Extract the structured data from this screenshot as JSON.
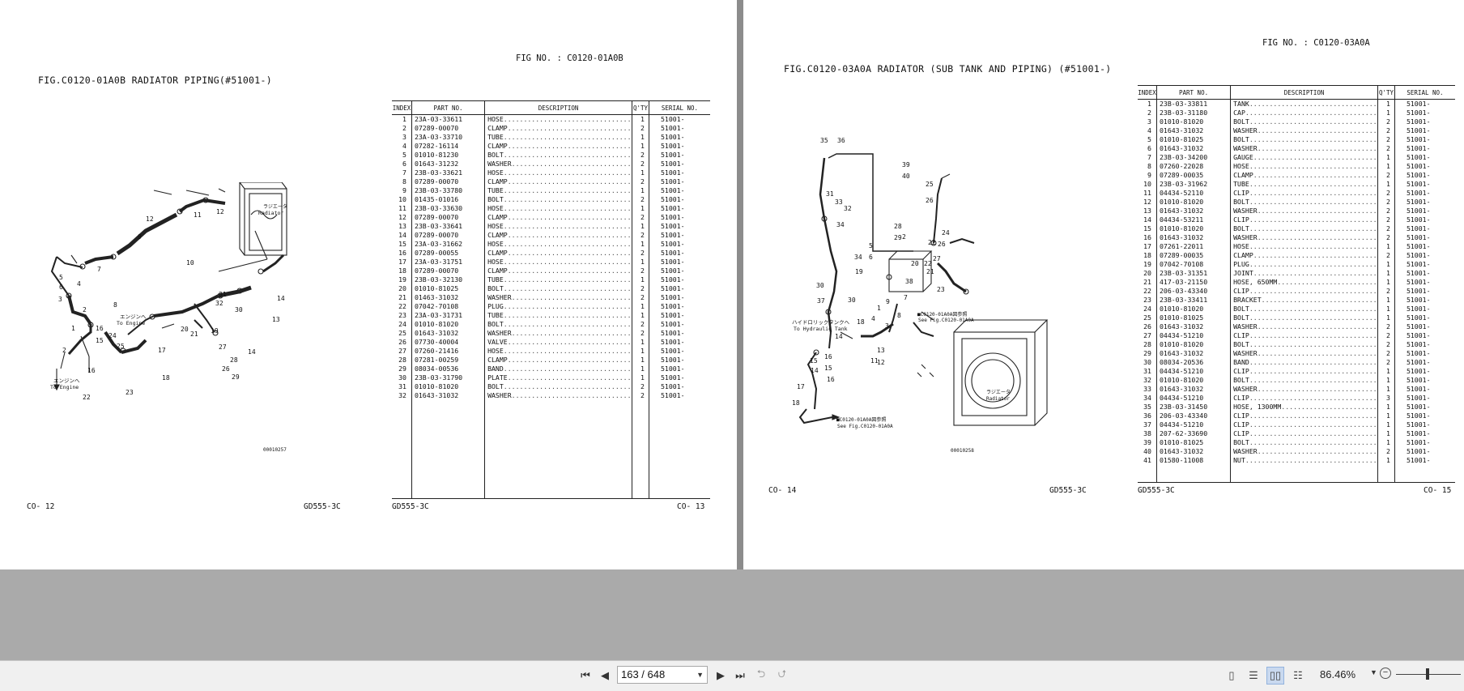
{
  "left_page": {
    "fig_title": "FIG.C0120-01A0B  RADIATOR PIPING(#51001-)",
    "fig_no": "FIG NO. : C0120-01A0B",
    "footer_left": "CO- 12",
    "footer_mid": "GD555-3C",
    "footer_table": "GD555-3C",
    "footer_right": "CO- 13",
    "drawing_no": "00010257",
    "labels": {
      "to_engine_jp_1": "エンジンへ",
      "to_engine_1": "To Engine",
      "to_engine_jp_2": "エンジンへ",
      "to_engine_2": "To Engine",
      "radiator_jp": "ラジエータ",
      "radiator": "Radiator"
    },
    "table": {
      "headers": [
        "INDEX",
        "PART NO.",
        "DESCRIPTION",
        "Q'TY",
        "SERIAL NO."
      ],
      "rows": [
        [
          "1",
          "23A-03-33611",
          "HOSE",
          "1",
          "51001-"
        ],
        [
          "2",
          "07289-00070",
          "CLAMP",
          "2",
          "51001-"
        ],
        [
          "3",
          "23A-03-33710",
          "TUBE",
          "1",
          "51001-"
        ],
        [
          "4",
          "07282-16114",
          "CLAMP",
          "1",
          "51001-"
        ],
        [
          "5",
          "01010-81230",
          "BOLT",
          "2",
          "51001-"
        ],
        [
          "6",
          "01643-31232",
          "WASHER",
          "2",
          "51001-"
        ],
        [
          "7",
          "23B-03-33621",
          "HOSE",
          "1",
          "51001-"
        ],
        [
          "8",
          "07289-00070",
          "CLAMP",
          "2",
          "51001-"
        ],
        [
          "9",
          "23B-03-33780",
          "TUBE",
          "1",
          "51001-"
        ],
        [
          "10",
          "01435-01016",
          "BOLT",
          "2",
          "51001-"
        ],
        [
          "11",
          "23B-03-33630",
          "HOSE",
          "1",
          "51001-"
        ],
        [
          "12",
          "07289-00070",
          "CLAMP",
          "2",
          "51001-"
        ],
        [
          "13",
          "23B-03-33641",
          "HOSE",
          "1",
          "51001-"
        ],
        [
          "14",
          "07289-00070",
          "CLAMP",
          "2",
          "51001-"
        ],
        [
          "15",
          "23A-03-31662",
          "HOSE",
          "1",
          "51001-"
        ],
        [
          "16",
          "07289-00055",
          "CLAMP",
          "2",
          "51001-"
        ],
        [
          "17",
          "23A-03-31751",
          "HOSE",
          "1",
          "51001-"
        ],
        [
          "18",
          "07289-00070",
          "CLAMP",
          "2",
          "51001-"
        ],
        [
          "19",
          "23B-03-32130",
          "TUBE",
          "1",
          "51001-"
        ],
        [
          "20",
          "01010-81025",
          "BOLT",
          "2",
          "51001-"
        ],
        [
          "21",
          "01463-31032",
          "WASHER",
          "2",
          "51001-"
        ],
        [
          "22",
          "07042-70108",
          "PLUG",
          "1",
          "51001-"
        ],
        [
          "23",
          "23A-03-31731",
          "TUBE",
          "1",
          "51001-"
        ],
        [
          "24",
          "01010-81020",
          "BOLT",
          "2",
          "51001-"
        ],
        [
          "25",
          "01643-31032",
          "WASHER",
          "2",
          "51001-"
        ],
        [
          "26",
          "07730-40004",
          "VALVE",
          "1",
          "51001-"
        ],
        [
          "27",
          "07260-21416",
          "HOSE",
          "1",
          "51001-"
        ],
        [
          "28",
          "07281-00259",
          "CLAMP",
          "1",
          "51001-"
        ],
        [
          "29",
          "08034-00536",
          "BAND",
          "1",
          "51001-"
        ],
        [
          "30",
          "23B-03-31790",
          "PLATE",
          "1",
          "51001-"
        ],
        [
          "31",
          "01010-81020",
          "BOLT",
          "2",
          "51001-"
        ],
        [
          "32",
          "01643-31032",
          "WASHER",
          "2",
          "51001-"
        ]
      ]
    }
  },
  "right_page": {
    "fig_title": "FIG.C0120-03A0A  RADIATOR (SUB TANK AND PIPING) (#51001-)",
    "fig_no": "FIG NO. : C0120-03A0A",
    "footer_left": "CO- 14",
    "footer_mid": "GD555-3C",
    "footer_table": "GD555-3C",
    "footer_right": "CO- 15",
    "drawing_no": "00010258",
    "labels": {
      "hydraulic_tank_jp": "ハイドロリックタンクへ",
      "hydraulic_tank": "To Hydraulic Tank",
      "ref_top_jp": "■C0120-01A0A図参照",
      "ref_top": "See Fig.C0120-01A0A",
      "ref_bottom_jp": "■C0120-01A0A図参照",
      "ref_bottom": "See Fig.C0120-01A0A",
      "radiator_jp": "ラジエータ",
      "radiator": "Radiator"
    },
    "table": {
      "headers": [
        "INDEX",
        "PART NO.",
        "DESCRIPTION",
        "Q'TY",
        "SERIAL NO."
      ],
      "rows": [
        [
          "1",
          "23B-03-33811",
          "TANK",
          "1",
          "51001-"
        ],
        [
          "2",
          "23B-03-31180",
          "CAP",
          "1",
          "51001-"
        ],
        [
          "3",
          "01010-81020",
          "BOLT",
          "2",
          "51001-"
        ],
        [
          "4",
          "01643-31032",
          "WASHER",
          "2",
          "51001-"
        ],
        [
          "5",
          "01010-81025",
          "BOLT",
          "2",
          "51001-"
        ],
        [
          "6",
          "01643-31032",
          "WASHER",
          "2",
          "51001-"
        ],
        [
          "7",
          "23B-03-34200",
          "GAUGE",
          "1",
          "51001-"
        ],
        [
          "8",
          "07260-22028",
          "HOSE",
          "1",
          "51001-"
        ],
        [
          "9",
          "07289-00035",
          "CLAMP",
          "2",
          "51001-"
        ],
        [
          "10",
          "23B-03-31962",
          "TUBE",
          "1",
          "51001-"
        ],
        [
          "11",
          "04434-52110",
          "CLIP",
          "2",
          "51001-"
        ],
        [
          "12",
          "01010-81020",
          "BOLT",
          "2",
          "51001-"
        ],
        [
          "13",
          "01643-31032",
          "WASHER",
          "2",
          "51001-"
        ],
        [
          "14",
          "04434-53211",
          "CLIP",
          "2",
          "51001-"
        ],
        [
          "15",
          "01010-81020",
          "BOLT",
          "2",
          "51001-"
        ],
        [
          "16",
          "01643-31032",
          "WASHER",
          "2",
          "51001-"
        ],
        [
          "17",
          "07261-22011",
          "HOSE",
          "1",
          "51001-"
        ],
        [
          "18",
          "07289-00035",
          "CLAMP",
          "2",
          "51001-"
        ],
        [
          "19",
          "07042-70108",
          "PLUG",
          "1",
          "51001-"
        ],
        [
          "20",
          "23B-03-31351",
          "JOINT",
          "1",
          "51001-"
        ],
        [
          "21",
          "417-03-21150",
          "HOSE, 650MM",
          "1",
          "51001-"
        ],
        [
          "22",
          "206-03-43340",
          "CLIP",
          "2",
          "51001-"
        ],
        [
          "23",
          "23B-03-33411",
          "BRACKET",
          "1",
          "51001-"
        ],
        [
          "24",
          "01010-81020",
          "BOLT",
          "1",
          "51001-"
        ],
        [
          "25",
          "01010-81025",
          "BOLT",
          "1",
          "51001-"
        ],
        [
          "26",
          "01643-31032",
          "WASHER",
          "2",
          "51001-"
        ],
        [
          "27",
          "04434-51210",
          "CLIP",
          "2",
          "51001-"
        ],
        [
          "28",
          "01010-81020",
          "BOLT",
          "2",
          "51001-"
        ],
        [
          "29",
          "01643-31032",
          "WASHER",
          "2",
          "51001-"
        ],
        [
          "30",
          "08034-20536",
          "BAND",
          "2",
          "51001-"
        ],
        [
          "31",
          "04434-51210",
          "CLIP",
          "1",
          "51001-"
        ],
        [
          "32",
          "01010-81020",
          "BOLT",
          "1",
          "51001-"
        ],
        [
          "33",
          "01643-31032",
          "WASHER",
          "1",
          "51001-"
        ],
        [
          "34",
          "04434-51210",
          "CLIP",
          "3",
          "51001-"
        ],
        [
          "35",
          "23B-03-31450",
          "HOSE, 1300MM",
          "1",
          "51001-"
        ],
        [
          "36",
          "206-03-43340",
          "CLIP",
          "1",
          "51001-"
        ],
        [
          "37",
          "04434-51210",
          "CLIP",
          "1",
          "51001-"
        ],
        [
          "38",
          "207-62-33690",
          "CLIP",
          "1",
          "51001-"
        ],
        [
          "39",
          "01010-81025",
          "BOLT",
          "1",
          "51001-"
        ],
        [
          "40",
          "01643-31032",
          "WASHER",
          "2",
          "51001-"
        ],
        [
          "41",
          "01580-11008",
          "NUT",
          "1",
          "51001-"
        ]
      ]
    }
  },
  "toolbar": {
    "page_input": "163 / 648",
    "zoom": "86.46%",
    "icons": [
      "first-page-icon",
      "prev-page-icon",
      "next-page-icon",
      "last-page-icon",
      "rotate-left-icon",
      "rotate-right-icon",
      "single-page-icon",
      "continuous-icon",
      "two-page-icon",
      "two-page-continuous-icon",
      "zoom-out-icon"
    ]
  }
}
